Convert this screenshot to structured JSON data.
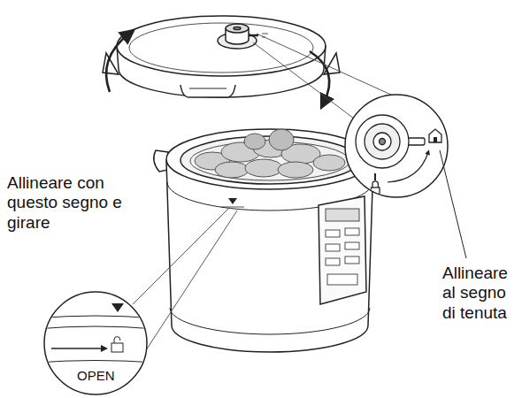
{
  "diagram": {
    "labels": [
      "Allineare con questo segno e girare",
      "Allineare al segno di tenuta",
      "OPEN"
    ]
  }
}
